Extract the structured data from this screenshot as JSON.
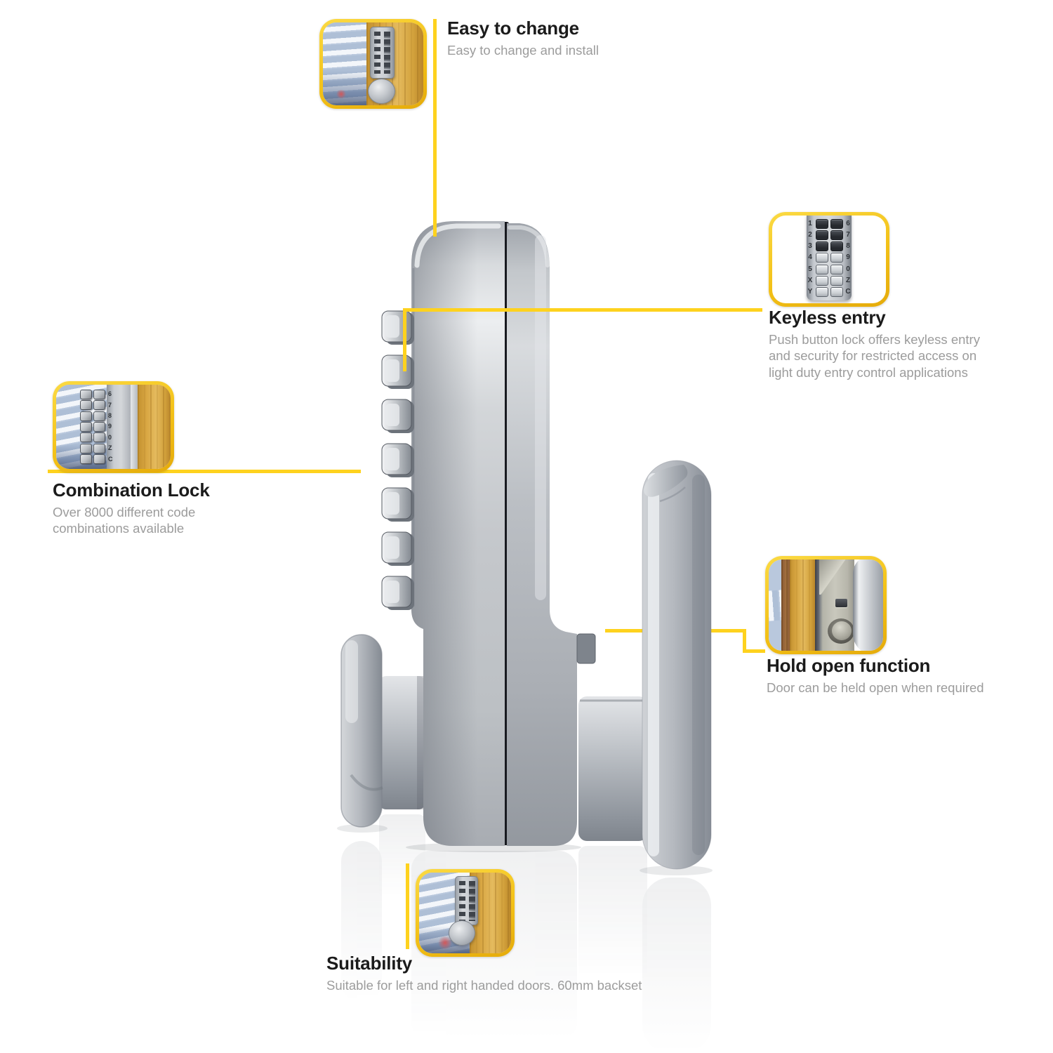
{
  "colors": {
    "accent_yellow": "#F3C117",
    "connector_yellow": "#FED21E",
    "title_text": "#1B1B1B",
    "description_text": "#9C9C9C",
    "product_silver": "#BCC0C5"
  },
  "callouts": {
    "easy_to_change": {
      "title": "Easy to change",
      "description_lines": [
        "Easy to change and install"
      ]
    },
    "keyless_entry": {
      "title": "Keyless entry",
      "description_lines": [
        "Push button lock offers keyless entry",
        "and security for restricted access on",
        "light duty entry control applications"
      ]
    },
    "combination_lock": {
      "title": "Combination Lock",
      "description_lines": [
        "Over 8000 different code",
        "combinations available"
      ]
    },
    "hold_open_function": {
      "title": "Hold open function",
      "description_lines": [
        "Door can be held open when required"
      ]
    },
    "suitability": {
      "title": "Suitability",
      "description_lines": [
        "Suitable for left and right handed doors. 60mm backset"
      ]
    }
  },
  "keypad_thumbnail": {
    "rows": [
      {
        "left": "1",
        "right": "6"
      },
      {
        "left": "2",
        "right": "7"
      },
      {
        "left": "3",
        "right": "8"
      },
      {
        "left": "4",
        "right": "9"
      },
      {
        "left": "5",
        "right": "0"
      },
      {
        "left": "X",
        "right": "Z"
      },
      {
        "left": "Y",
        "right": "C"
      }
    ]
  },
  "combination_thumbnail": {
    "labels": [
      "6",
      "7",
      "8",
      "9",
      "0",
      "Z",
      "C"
    ]
  }
}
